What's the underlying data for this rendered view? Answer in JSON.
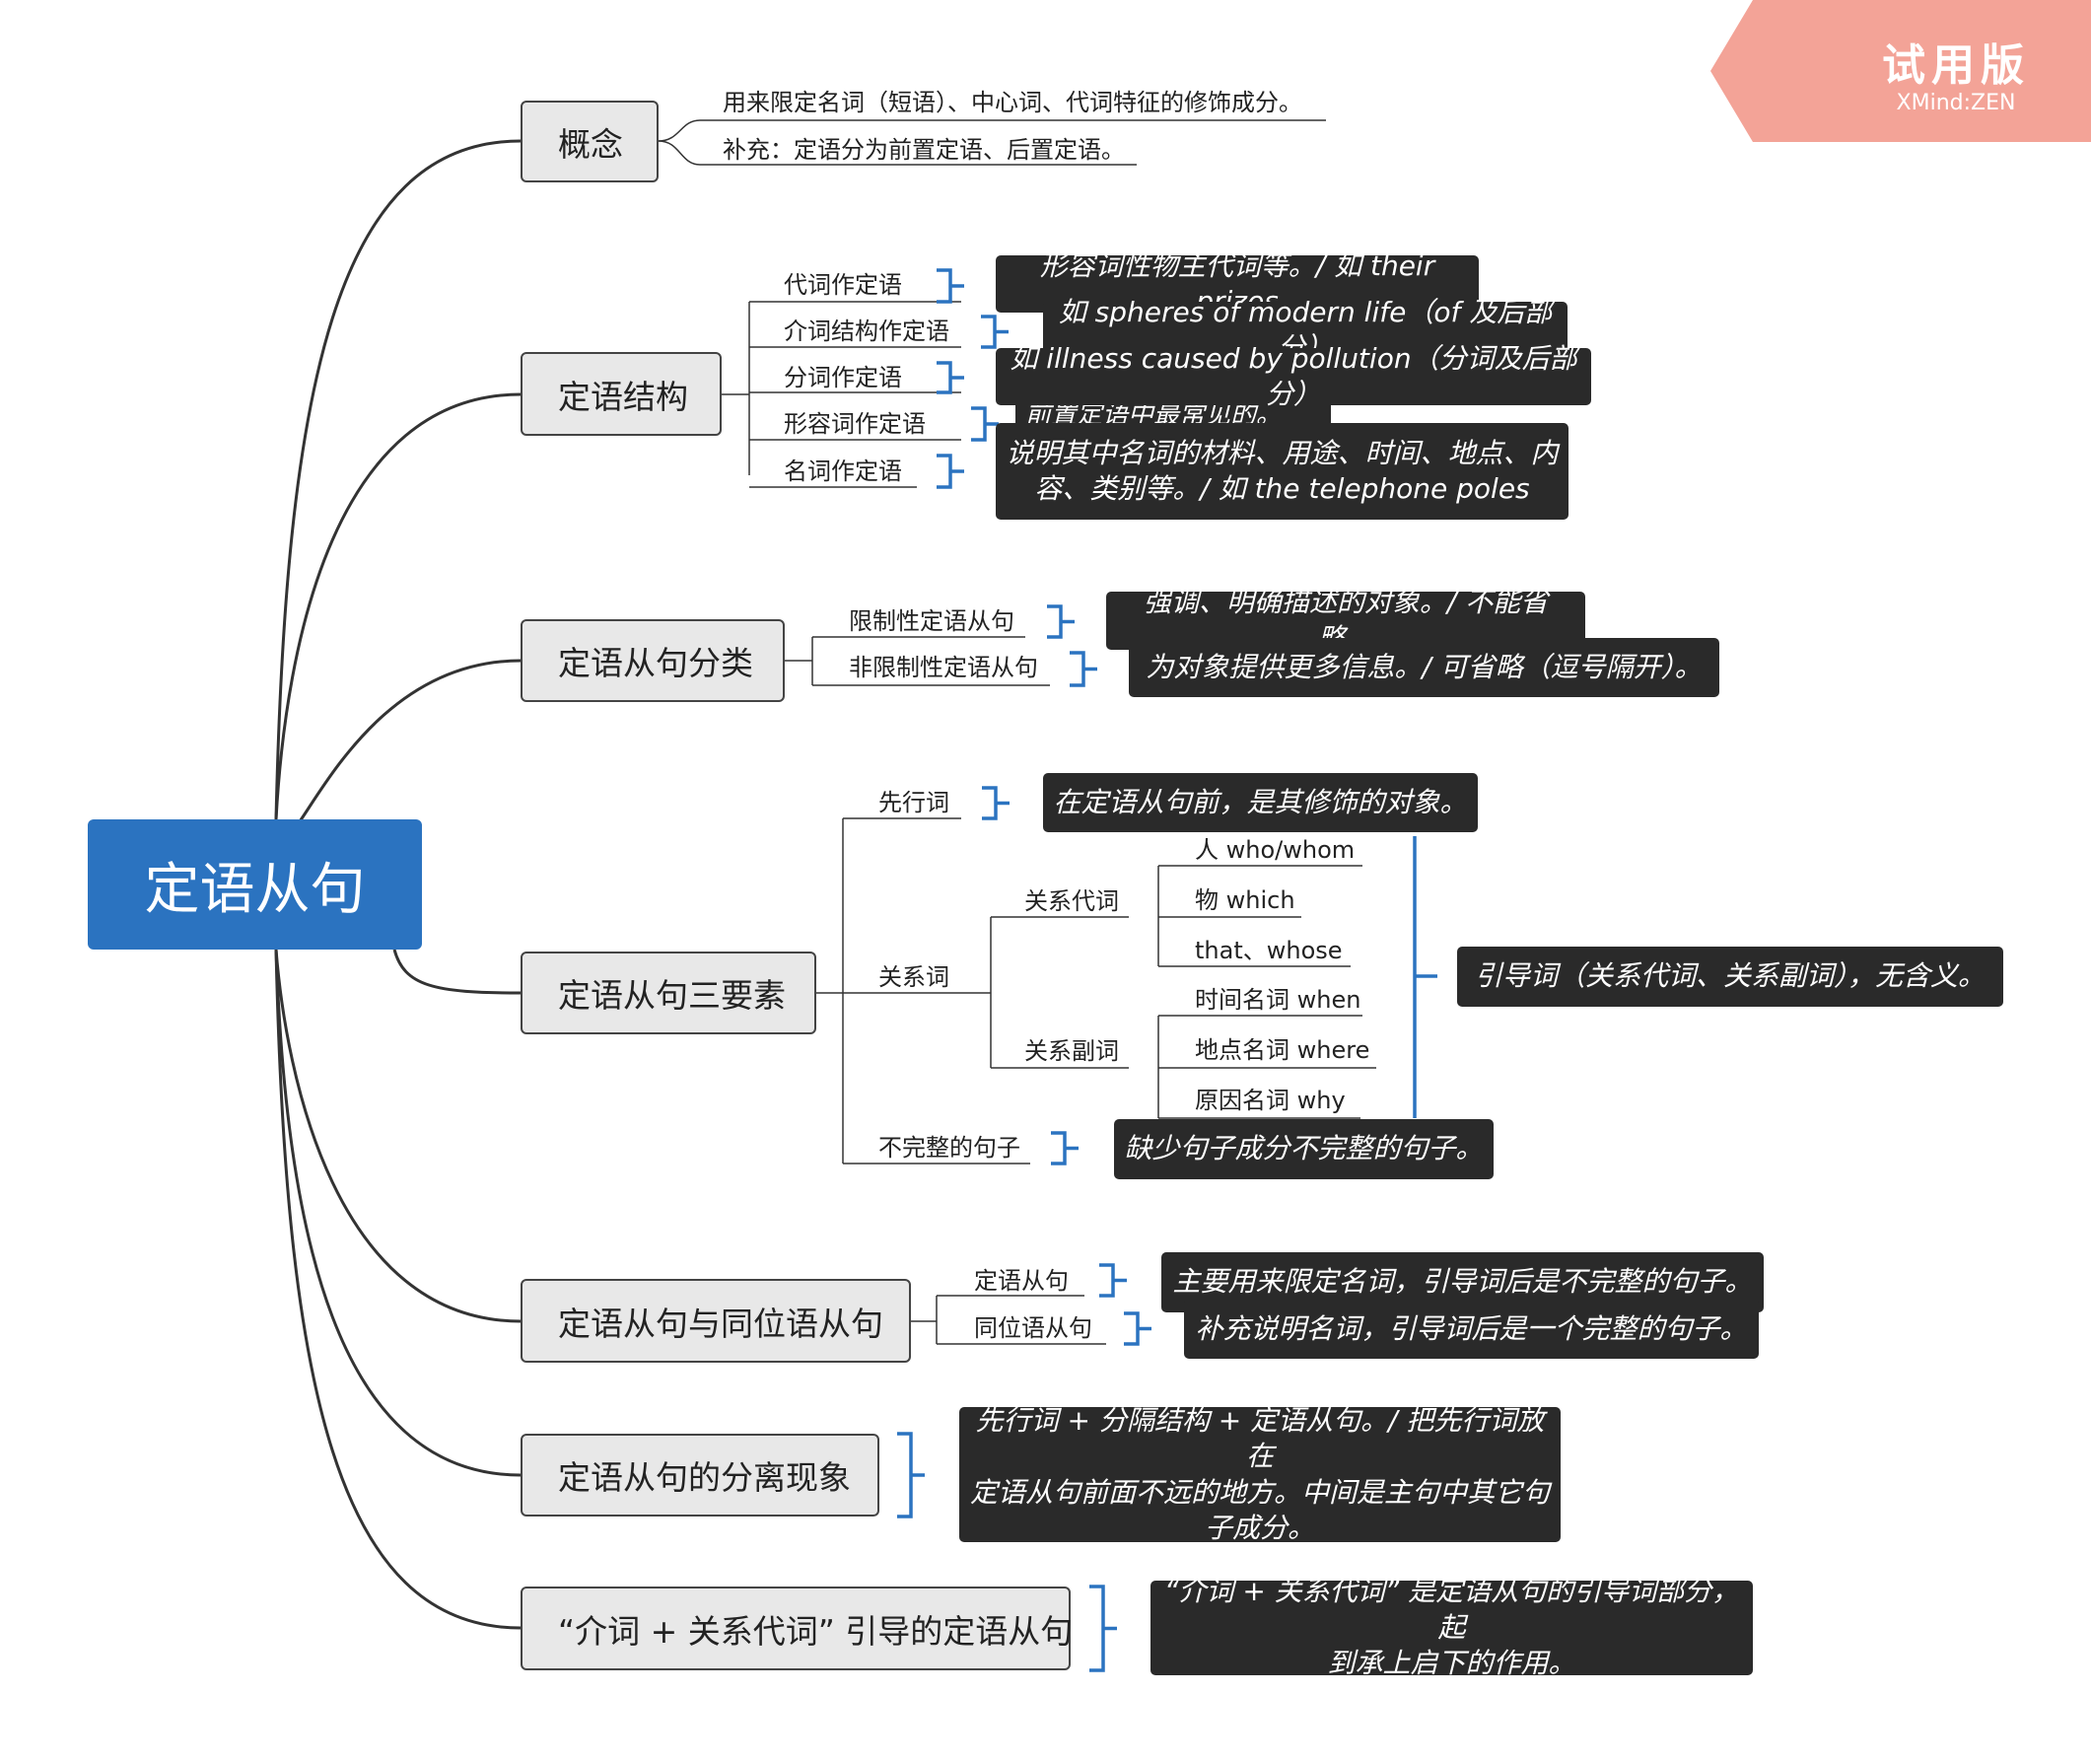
{
  "root": "定语从句",
  "watermark": {
    "title": "试用版",
    "subtitle": "XMind:ZEN",
    "color": "#f3a397"
  },
  "colors": {
    "root": "#2b73c0",
    "brace": "#2b73c0",
    "line": "#333333",
    "note_bg": "#2a2a2a"
  },
  "branches": [
    {
      "label": "概念",
      "children": [
        {
          "label": "用来限定名词（短语）、中心词、代词特征的修饰成分。"
        },
        {
          "label": "补充：定语分为前置定语、后置定语。"
        }
      ]
    },
    {
      "label": "定语结构",
      "children": [
        {
          "label": "代词作定语",
          "note": [
            "形容词性物主代词等。/ 如 their prizes"
          ]
        },
        {
          "label": "介词结构作定语",
          "note": [
            "如 spheres of modern life（of 及后部分）"
          ]
        },
        {
          "label": "分词作定语",
          "note": [
            "如 illness caused by pollution（分词及后部分）"
          ]
        },
        {
          "label": "形容词作定语",
          "note": [
            "前置定语中最常见的。"
          ]
        },
        {
          "label": "名词作定语",
          "note": [
            "说明其中名词的材料、用途、时间、地点、内",
            "容、类别等。/ 如 the telephone poles"
          ]
        }
      ]
    },
    {
      "label": "定语从句分类",
      "children": [
        {
          "label": "限制性定语从句",
          "note": [
            "强调、明确描述的对象。/ 不能省略。"
          ]
        },
        {
          "label": "非限制性定语从句",
          "note": [
            "为对象提供更多信息。/ 可省略（逗号隔开）。"
          ]
        }
      ]
    },
    {
      "label": "定语从句三要素",
      "children": [
        {
          "label": "先行词",
          "note": [
            "在定语从句前，是其修饰的对象。"
          ]
        },
        {
          "label": "关系词",
          "children": [
            {
              "label": "关系代词",
              "children": [
                {
                  "label": "人 who/whom"
                },
                {
                  "label": "物 which"
                },
                {
                  "label": "that、whose"
                }
              ]
            },
            {
              "label": "关系副词",
              "children": [
                {
                  "label": "时间名词 when"
                },
                {
                  "label": "地点名词 where"
                },
                {
                  "label": "原因名词 why"
                }
              ]
            }
          ],
          "summary": [
            "引导词（关系代词、关系副词），无含义。"
          ]
        },
        {
          "label": "不完整的句子",
          "note": [
            "缺少句子成分不完整的句子。"
          ]
        }
      ]
    },
    {
      "label": "定语从句与同位语从句",
      "children": [
        {
          "label": "定语从句",
          "note": [
            "主要用来限定名词，引导词后是不完整的句子。"
          ]
        },
        {
          "label": "同位语从句",
          "note": [
            "补充说明名词，引导词后是一个完整的句子。"
          ]
        }
      ]
    },
    {
      "label": "定语从句的分离现象",
      "note": [
        "先行词 + 分隔结构 + 定语从句。/ 把先行词放在",
        "定语从句前面不远的地方。中间是主句中其它句",
        "子成分。"
      ]
    },
    {
      "label": "“介词 + 关系代词” 引导的定语从句",
      "note": [
        "“介词 + 关系代词” 是定语从句的引导词部分，起",
        "到承上启下的作用。"
      ]
    }
  ]
}
